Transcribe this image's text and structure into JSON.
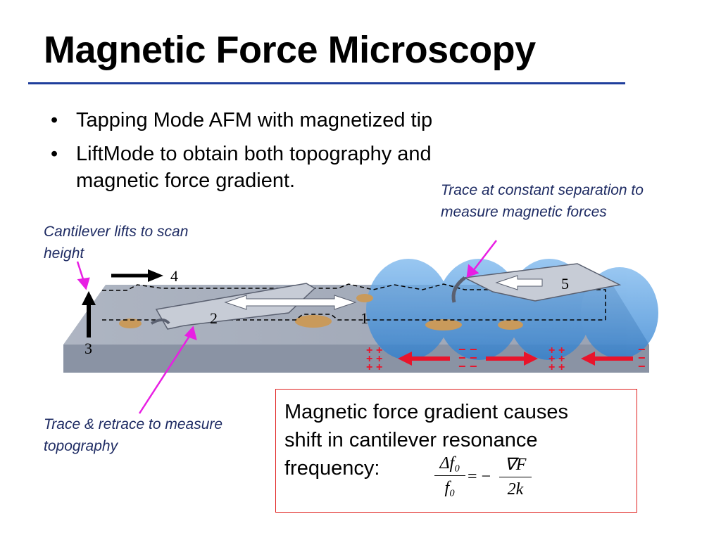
{
  "slide": {
    "title": "Magnetic Force Microscopy",
    "bullets": [
      {
        "marker": "•",
        "text": "Tapping Mode AFM with magnetized tip"
      },
      {
        "marker": "•",
        "text": "LiftMode to obtain both topography and magnetic force gradient."
      }
    ]
  },
  "annotations": {
    "trace_constant": "Trace at constant separation to measure magnetic forces",
    "cantilever_lifts": "Cantilever lifts to scan height",
    "trace_retrace": "Trace & retrace to measure topography"
  },
  "diagram": {
    "step_labels": [
      "1",
      "2",
      "3",
      "4",
      "5"
    ],
    "charge_plus": "+",
    "charge_minus": "−",
    "colors": {
      "annotation_arrow": "#e81ee3",
      "field_arrow": "#e8142b",
      "field_dome": "#5ea6e4",
      "sample": "#8f98a8"
    }
  },
  "box": {
    "text_line1": "Magnetic force gradient causes",
    "text_line2": "shift in cantilever resonance",
    "text_line3": "frequency:",
    "formula": {
      "numerator_left": "Δf₀",
      "denominator_left": "f₀",
      "equals": "= −",
      "numerator_right": "∇F",
      "denominator_right": "2k"
    },
    "border_color": "#e0201e"
  }
}
